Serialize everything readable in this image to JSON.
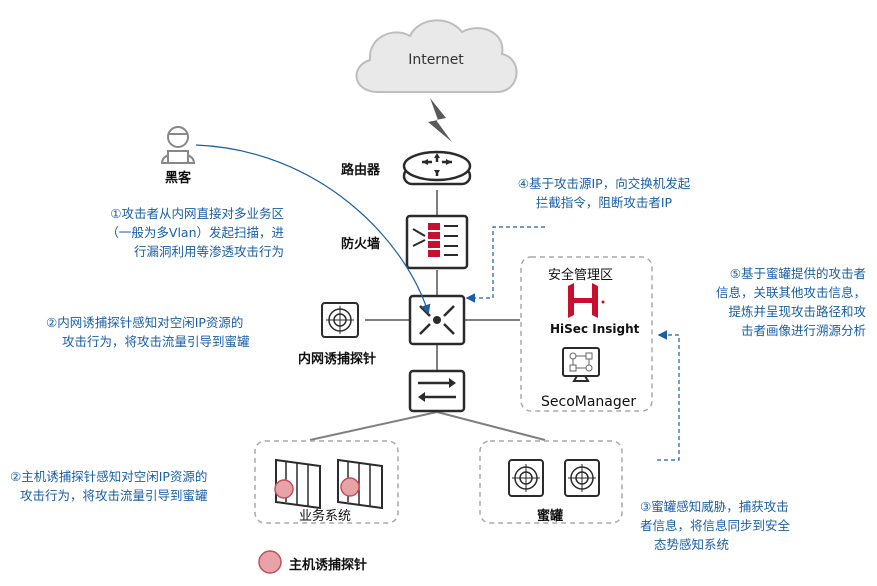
{
  "labels": {
    "internet": "Internet",
    "router": "路由器",
    "firewall": "防火墙",
    "hacker": "黑客",
    "network_probe": "内网诱捕探针",
    "security_zone": "安全管理区",
    "hisec": "HiSec Insight",
    "seco": "SecoManager",
    "business": "业务系统",
    "honeypot": "蜜罐",
    "legend_host_probe": "主机诱捕探针"
  },
  "annotations": {
    "a1": [
      "①攻击者从内网直接对多业务区",
      "（一般为多Vlan）发起扫描，进",
      "行漏洞利用等渗透攻击行为"
    ],
    "a2_network": [
      "②内网诱捕探针感知对空闲IP资源的",
      "攻击行为，将攻击流量引导到蜜罐"
    ],
    "a2_host": [
      "②主机诱捕探针感知对空闲IP资源的",
      "攻击行为，将攻击流量引导到蜜罐"
    ],
    "a3": [
      "③蜜罐感知威胁，捕获攻击",
      "者信息，将信息同步到安全",
      "态势感知系统"
    ],
    "a4": [
      "④基于攻击源IP，向交换机发起",
      "拦截指令，阻断攻击者IP"
    ],
    "a5": [
      "⑤基于蜜罐提供的攻击者",
      "信息，关联其他攻击信息，",
      "提炼并呈现攻击路径和攻",
      "击者画像进行溯源分析"
    ]
  },
  "colors": {
    "annotation_blue": "#1a5fa6",
    "device_dark": "#2b2b2b",
    "link_gray": "#7f7f7f",
    "dashed_border": "#aaaaaa",
    "hisec_red": "#c8102e",
    "probe_fill": "#e8a3a8",
    "probe_stroke": "#c0505a"
  }
}
